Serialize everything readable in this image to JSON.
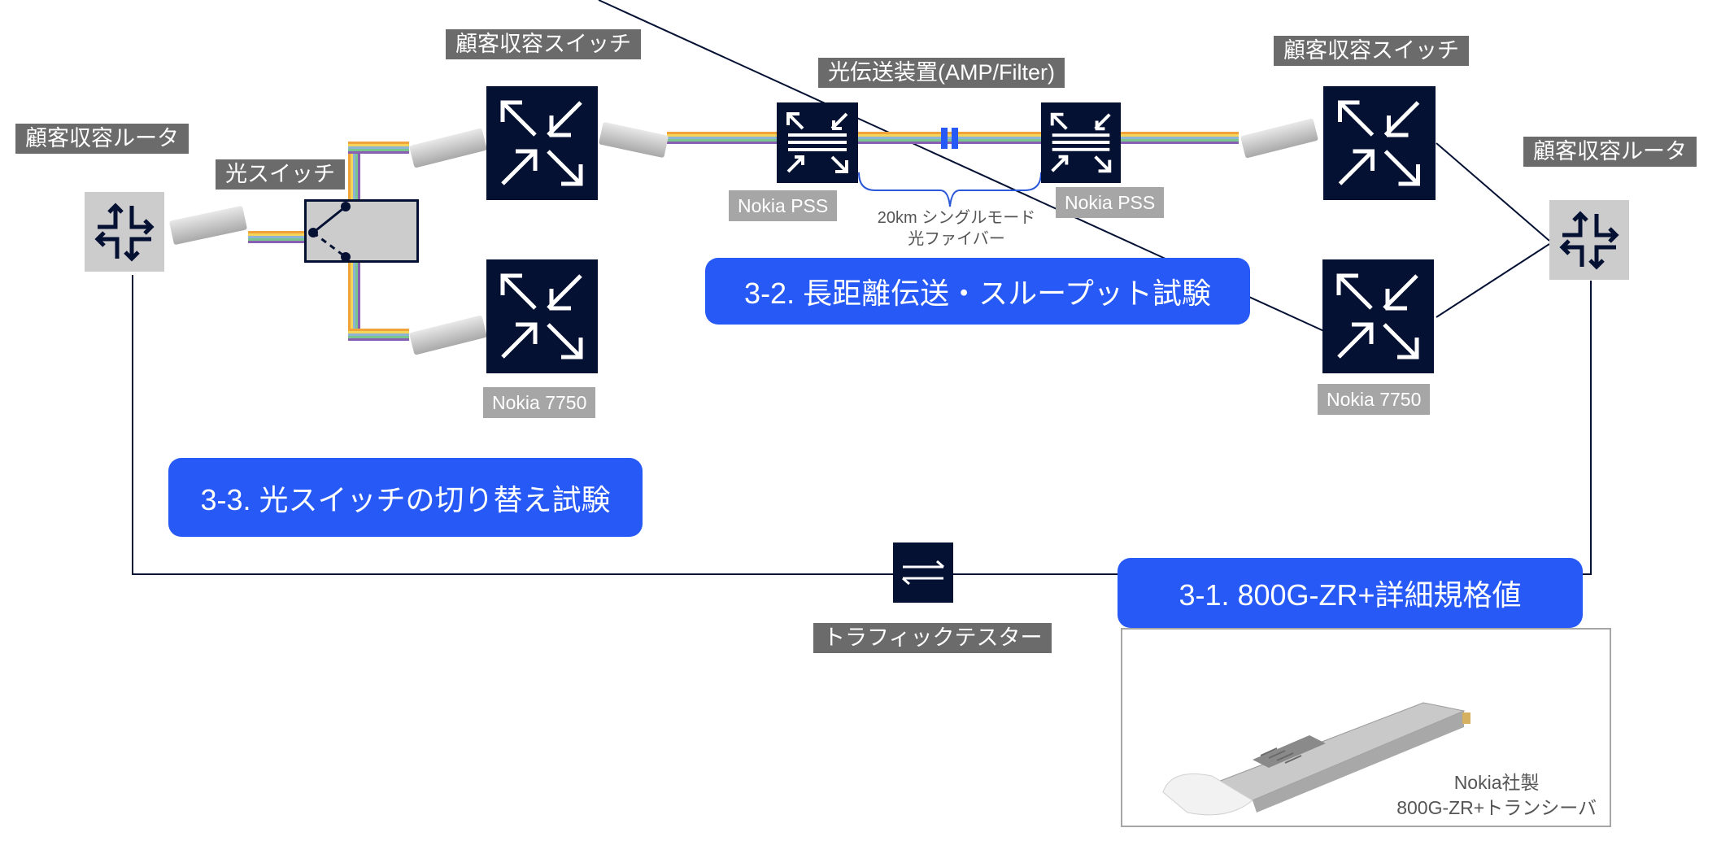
{
  "labels": {
    "router_left": "顧客収容ルータ",
    "router_right": "顧客収容ルータ",
    "switch_top_left": "顧客収容スイッチ",
    "switch_top_right": "顧客収容スイッチ",
    "optical_switch": "光スイッチ",
    "optical_transport": "光伝送装置(AMP/Filter)",
    "pss_left": "Nokia PSS",
    "pss_right": "Nokia PSS",
    "nokia7750_left": "Nokia 7750",
    "nokia7750_right": "Nokia 7750",
    "fiber_caption_line1": "20km シングルモード",
    "fiber_caption_line2": "光ファイバー",
    "traffic_tester": "トラフィックテスター"
  },
  "banners": {
    "test_3_1": "3-1. 800G-ZR+詳細規格値",
    "test_3_2": "3-2. 長距離伝送・スループット試験",
    "test_3_3": "3-3. 光スイッチの切り替え試験"
  },
  "transceiver_panel": {
    "caption_line1": "Nokia社製",
    "caption_line2": "800G-ZR+トランシーバ"
  },
  "colors": {
    "banner": "#2659f5",
    "device_navy": "#041133",
    "router_gray": "#cccccc",
    "label_dark": "#6b6b6b",
    "label_light": "#a6a6a6"
  }
}
